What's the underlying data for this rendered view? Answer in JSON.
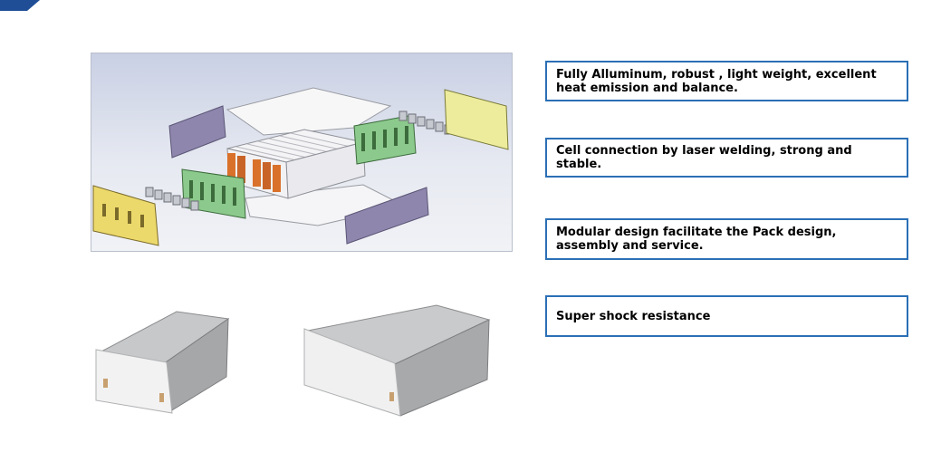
{
  "colors": {
    "accent": "#2b6fb6",
    "corner_mark": "#1f4e96",
    "text": "#000000"
  },
  "images": {
    "exploded_view": "exploded-battery-module-diagram",
    "module_small": "battery-module-photo",
    "module_large": "battery-module-photo"
  },
  "features": [
    {
      "text": "Fully Alluminum, robust , light weight, excellent heat emission and balance."
    },
    {
      "text": "Cell connection by laser welding, strong and stable."
    },
    {
      "text": "Modular design facilitate the Pack design, assembly and service."
    },
    {
      "text": "Super shock resistance"
    }
  ]
}
